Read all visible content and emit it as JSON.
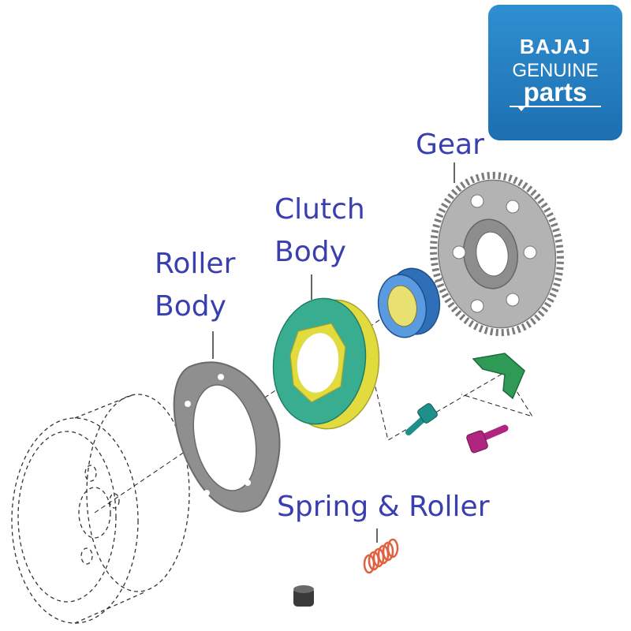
{
  "logo": {
    "brand": "BAJAJ",
    "line2": "GENUINE",
    "line3": "parts"
  },
  "labels": {
    "gear": "Gear",
    "clutch_line1": "Clutch",
    "clutch_line2": "Body",
    "roller_line1": "Roller",
    "roller_line2": "Body",
    "spring_roller": "Spring & Roller"
  },
  "colors": {
    "label_text": "#3a3fb0",
    "logo_background": "#1f78be",
    "gear": "#b0b0b0",
    "clutch_body": "#3cb398",
    "clutch_rim": "#e8e24a",
    "bearing_outer": "#4a8fd6",
    "roller_body": "#9a9a9a",
    "bolt_teal": "#1f8f8a",
    "bolt_magenta": "#b0257f",
    "bracket_green": "#2f9a55",
    "spring": "#e06040",
    "roller": "#444444"
  }
}
